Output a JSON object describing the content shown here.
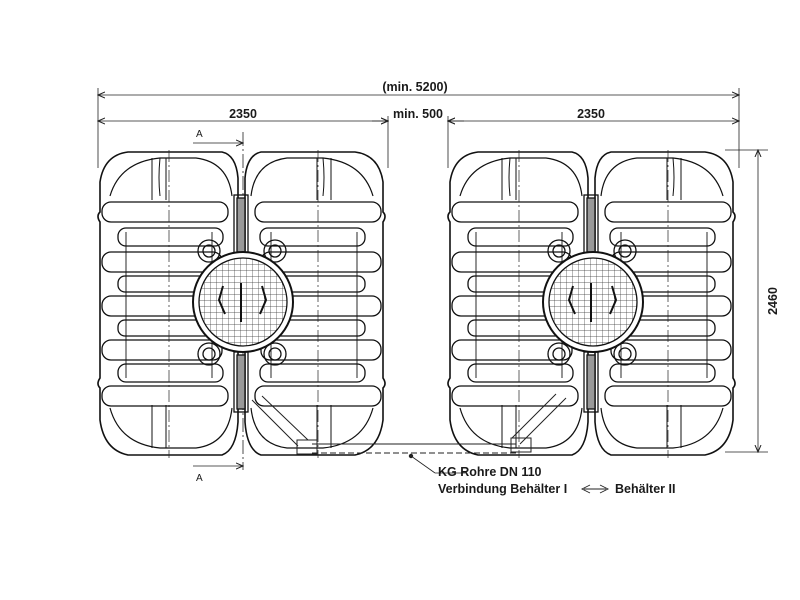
{
  "dimensions": {
    "overall": "(min. 5200)",
    "left_width": "2350",
    "gap": "min. 500",
    "right_width": "2350",
    "height": "2460"
  },
  "section": {
    "top_marker": "A",
    "bottom_marker": "A"
  },
  "annotation": {
    "line1": "KG Rohre DN 110",
    "line2_left": "Verbindung Behälter I",
    "line2_right": "Behälter II"
  }
}
